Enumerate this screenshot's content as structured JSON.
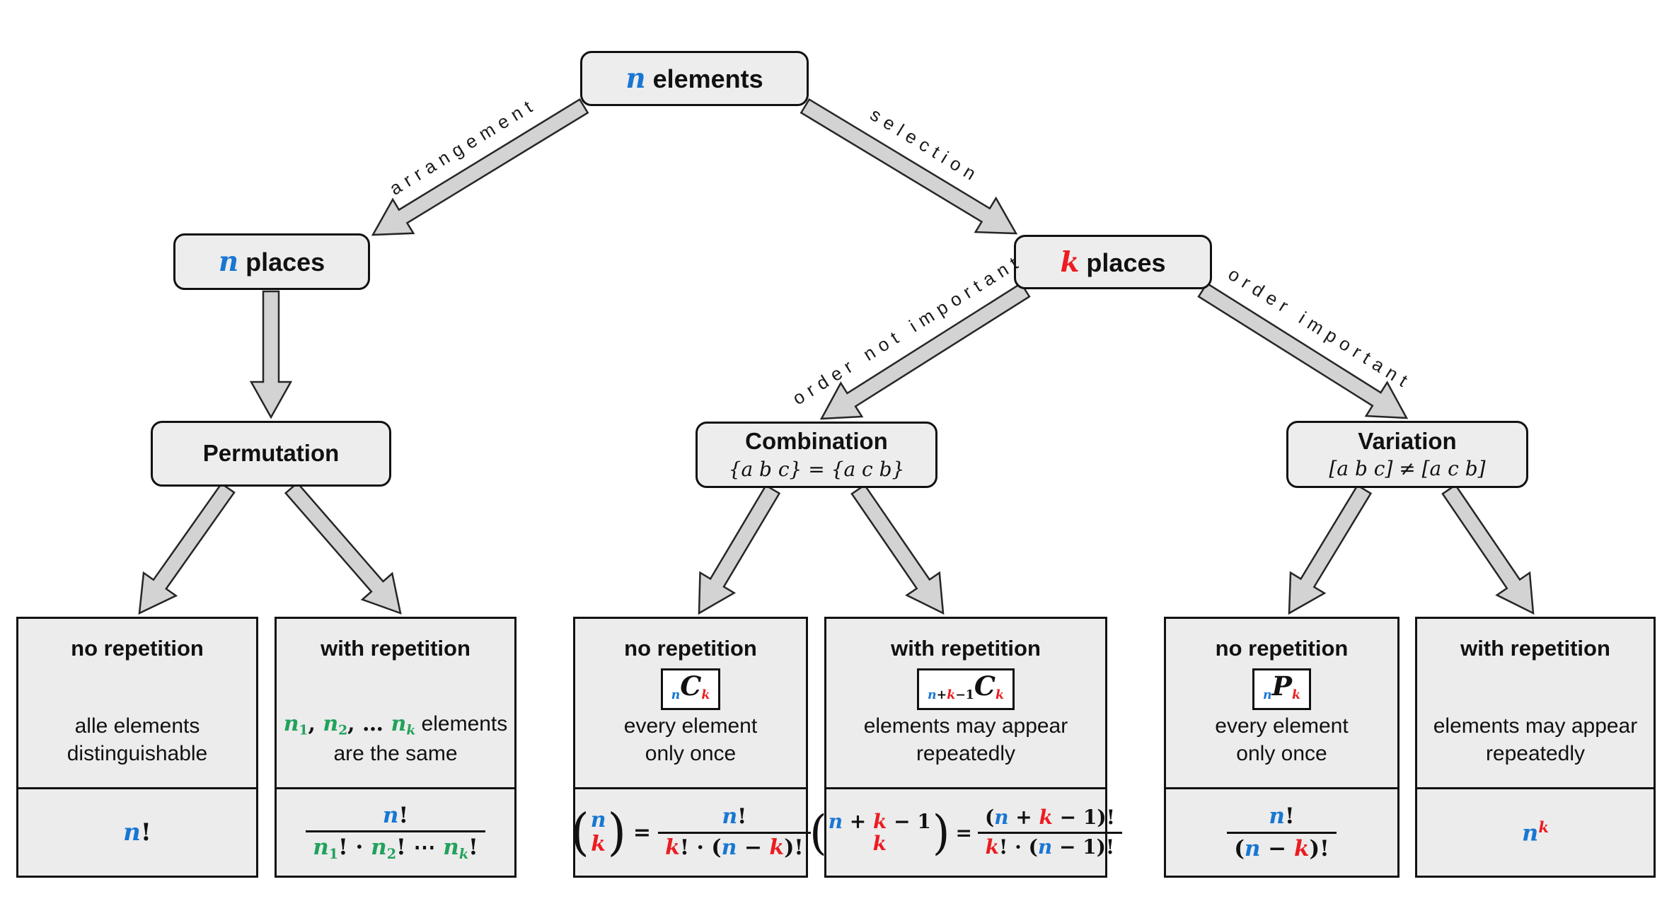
{
  "nodes": {
    "root": {
      "tokens": [
        {
          "t": "n",
          "c": "blue var"
        },
        {
          "t": " elements",
          "c": "sans bold"
        }
      ]
    },
    "n_places": {
      "tokens": [
        {
          "t": "n",
          "c": "blue var"
        },
        {
          "t": " places",
          "c": "sans bold"
        }
      ]
    },
    "k_places": {
      "tokens": [
        {
          "t": "k",
          "c": "red var"
        },
        {
          "t": " places",
          "c": "sans bold"
        }
      ]
    },
    "permutation": {
      "title": "Permutation"
    },
    "combination": {
      "title": "Combination",
      "subtitle": "{a b c} = {a c b}"
    },
    "variation": {
      "title": "Variation",
      "subtitle": "[a b c] ≠ [a c b]"
    }
  },
  "edges": {
    "arrangement": "arrangement",
    "selection": "selection",
    "order_not_important": "order not important",
    "order_important": "order important"
  },
  "boxes": [
    {
      "title": "no repetition",
      "desc1": [
        {
          "t": "alle elements",
          "c": "sans"
        }
      ],
      "desc2": [
        {
          "t": "distinguishable",
          "c": "sans"
        }
      ],
      "formula": {
        "inline": [
          {
            "t": "n",
            "c": "blue"
          },
          {
            "t": "!",
            "c": "ink up"
          }
        ]
      }
    },
    {
      "title": "with repetition",
      "desc1": [
        {
          "t": "n",
          "c": "green"
        },
        {
          "t": "1",
          "c": "green sub up"
        },
        {
          "t": ", ",
          "c": "ink up"
        },
        {
          "t": "n",
          "c": "green"
        },
        {
          "t": "2",
          "c": "green sub up"
        },
        {
          "t": ", ",
          "c": "ink up"
        },
        {
          "t": "… ",
          "c": "ink up"
        },
        {
          "t": "n",
          "c": "green"
        },
        {
          "t": "k",
          "c": "green sub"
        },
        {
          "t": " elements",
          "c": "sans"
        }
      ],
      "desc2": [
        {
          "t": "are the same",
          "c": "sans"
        }
      ],
      "formula": {
        "num": [
          {
            "t": "n",
            "c": "blue"
          },
          {
            "t": "!",
            "c": "ink up"
          }
        ],
        "den": [
          {
            "t": "n",
            "c": "green"
          },
          {
            "t": "1",
            "c": "green sub up"
          },
          {
            "t": "! · ",
            "c": "ink up"
          },
          {
            "t": "n",
            "c": "green"
          },
          {
            "t": "2",
            "c": "green sub up"
          },
          {
            "t": "! ⋯ ",
            "c": "ink up"
          },
          {
            "t": "n",
            "c": "green"
          },
          {
            "t": "k",
            "c": "green sub"
          },
          {
            "t": "!",
            "c": "ink up"
          }
        ]
      }
    },
    {
      "title": "no repetition",
      "badge": [
        {
          "t": "n",
          "c": "blue sub"
        },
        {
          "t": "C",
          "c": "ink big"
        },
        {
          "t": "k",
          "c": "red sub"
        }
      ],
      "desc1": [
        {
          "t": "every element",
          "c": "sans"
        }
      ],
      "desc2": [
        {
          "t": "only once",
          "c": "sans"
        }
      ],
      "formula": {
        "binom_top": [
          {
            "t": "n",
            "c": "blue"
          }
        ],
        "binom_bottom": [
          {
            "t": "k",
            "c": "red"
          }
        ],
        "eq": "=",
        "num": [
          {
            "t": "n",
            "c": "blue"
          },
          {
            "t": "!",
            "c": "ink up"
          }
        ],
        "den": [
          {
            "t": "k",
            "c": "red"
          },
          {
            "t": "! · (",
            "c": "ink up"
          },
          {
            "t": "n",
            "c": "blue"
          },
          {
            "t": " − ",
            "c": "ink up"
          },
          {
            "t": "k",
            "c": "red"
          },
          {
            "t": ")!",
            "c": "ink up"
          }
        ]
      }
    },
    {
      "title": "with repetition",
      "badge": [
        {
          "t": "n",
          "c": "blue sub"
        },
        {
          "t": "+",
          "c": "ink sub up"
        },
        {
          "t": "k",
          "c": "red sub"
        },
        {
          "t": "−1",
          "c": "ink sub up"
        },
        {
          "t": "C",
          "c": "ink big"
        },
        {
          "t": "k",
          "c": "red sub"
        }
      ],
      "desc1": [
        {
          "t": "elements may appear",
          "c": "sans"
        }
      ],
      "desc2": [
        {
          "t": "repeatedly",
          "c": "sans"
        }
      ],
      "formula": {
        "binom_top": [
          {
            "t": "n",
            "c": "blue"
          },
          {
            "t": " + ",
            "c": "ink up"
          },
          {
            "t": "k",
            "c": "red"
          },
          {
            "t": " − 1",
            "c": "ink up"
          }
        ],
        "binom_bottom": [
          {
            "t": "k",
            "c": "red"
          }
        ],
        "eq": "=",
        "num": [
          {
            "t": "(",
            "c": "ink up"
          },
          {
            "t": "n",
            "c": "blue"
          },
          {
            "t": " + ",
            "c": "ink up"
          },
          {
            "t": "k",
            "c": "red"
          },
          {
            "t": " − 1",
            "c": "ink up"
          },
          {
            "t": ")!",
            "c": "ink up"
          }
        ],
        "den": [
          {
            "t": "k",
            "c": "red"
          },
          {
            "t": "! · (",
            "c": "ink up"
          },
          {
            "t": "n",
            "c": "blue"
          },
          {
            "t": " − 1",
            "c": "ink up"
          },
          {
            "t": ")!",
            "c": "ink up"
          }
        ]
      }
    },
    {
      "title": "no repetition",
      "badge": [
        {
          "t": "n",
          "c": "blue sub"
        },
        {
          "t": "P",
          "c": "ink big"
        },
        {
          "t": "k",
          "c": "red sub"
        }
      ],
      "desc1": [
        {
          "t": "every element",
          "c": "sans"
        }
      ],
      "desc2": [
        {
          "t": "only once",
          "c": "sans"
        }
      ],
      "formula": {
        "num": [
          {
            "t": "n",
            "c": "blue"
          },
          {
            "t": "!",
            "c": "ink up"
          }
        ],
        "den": [
          {
            "t": "(",
            "c": "ink up"
          },
          {
            "t": "n",
            "c": "blue"
          },
          {
            "t": " − ",
            "c": "ink up"
          },
          {
            "t": "k",
            "c": "red"
          },
          {
            "t": ")!",
            "c": "ink up"
          }
        ]
      }
    },
    {
      "title": "with repetition",
      "desc1": [
        {
          "t": "elements may appear",
          "c": "sans"
        }
      ],
      "desc2": [
        {
          "t": "repeatedly",
          "c": "sans"
        }
      ],
      "formula": {
        "inline": [
          {
            "t": "n",
            "c": "blue"
          },
          {
            "t": "k",
            "c": "red sup"
          }
        ]
      }
    }
  ]
}
